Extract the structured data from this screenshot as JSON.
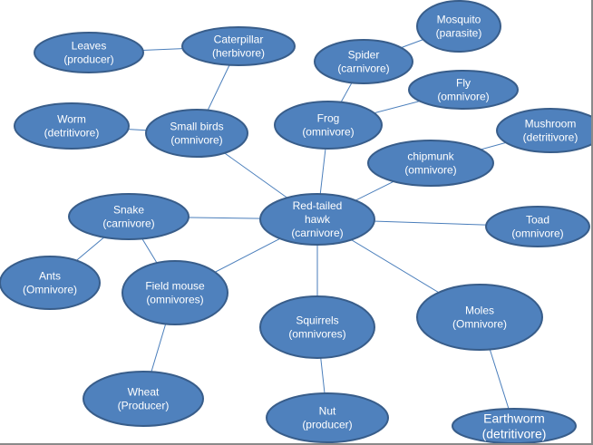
{
  "colors": {
    "node_fill": "#4f81bd",
    "node_stroke": "#385d8a",
    "edge": "#4a7ebb",
    "text": "#ffffff"
  },
  "nodes": [
    {
      "id": "mosquito",
      "lines": [
        "Mosquito",
        "(parasite)"
      ]
    },
    {
      "id": "leaves",
      "lines": [
        "Leaves",
        "(producer)"
      ]
    },
    {
      "id": "caterpillar",
      "lines": [
        "Caterpillar",
        "(herbivore)"
      ]
    },
    {
      "id": "spider",
      "lines": [
        "Spider",
        "(carnivore)"
      ]
    },
    {
      "id": "fly",
      "lines": [
        "Fly",
        "(omnivore)"
      ]
    },
    {
      "id": "worm",
      "lines": [
        "Worm",
        "(detritivore)"
      ]
    },
    {
      "id": "small-birds",
      "lines": [
        "Small birds",
        "(omnivore)"
      ]
    },
    {
      "id": "frog",
      "lines": [
        "Frog",
        "(omnivore)"
      ]
    },
    {
      "id": "mushroom",
      "lines": [
        "Mushroom",
        "(detritivore)"
      ]
    },
    {
      "id": "chipmunk",
      "lines": [
        "chipmunk",
        "(omnivore)"
      ]
    },
    {
      "id": "snake",
      "lines": [
        "Snake",
        "(carnivore)"
      ]
    },
    {
      "id": "red-tailed-hawk",
      "lines": [
        "Red-tailed",
        "hawk",
        "(carnivore)"
      ]
    },
    {
      "id": "toad",
      "lines": [
        "Toad",
        "(omnivore)"
      ]
    },
    {
      "id": "ants",
      "lines": [
        "Ants",
        "(Omnivore)"
      ]
    },
    {
      "id": "field-mouse",
      "lines": [
        "Field mouse",
        "(omnivores)"
      ]
    },
    {
      "id": "moles",
      "lines": [
        "Moles",
        "(Omnivore)"
      ]
    },
    {
      "id": "squirrels",
      "lines": [
        "Squirrels",
        "(omnivores)"
      ]
    },
    {
      "id": "wheat",
      "lines": [
        "Wheat",
        "(Producer)"
      ]
    },
    {
      "id": "nut",
      "lines": [
        "Nut",
        "(producer)"
      ]
    },
    {
      "id": "earthworm",
      "lines": [
        "Earthworm",
        "(detritivore)"
      ]
    }
  ],
  "edges": [
    [
      "leaves",
      "caterpillar"
    ],
    [
      "caterpillar",
      "small-birds"
    ],
    [
      "worm",
      "small-birds"
    ],
    [
      "small-birds",
      "red-tailed-hawk"
    ],
    [
      "mosquito",
      "spider"
    ],
    [
      "spider",
      "frog"
    ],
    [
      "fly",
      "frog"
    ],
    [
      "frog",
      "red-tailed-hawk"
    ],
    [
      "mushroom",
      "chipmunk"
    ],
    [
      "chipmunk",
      "red-tailed-hawk"
    ],
    [
      "snake",
      "red-tailed-hawk"
    ],
    [
      "toad",
      "red-tailed-hawk"
    ],
    [
      "snake",
      "ants"
    ],
    [
      "snake",
      "field-mouse"
    ],
    [
      "field-mouse",
      "red-tailed-hawk"
    ],
    [
      "field-mouse",
      "wheat"
    ],
    [
      "squirrels",
      "red-tailed-hawk"
    ],
    [
      "squirrels",
      "nut"
    ],
    [
      "moles",
      "red-tailed-hawk"
    ],
    [
      "moles",
      "earthworm"
    ]
  ]
}
